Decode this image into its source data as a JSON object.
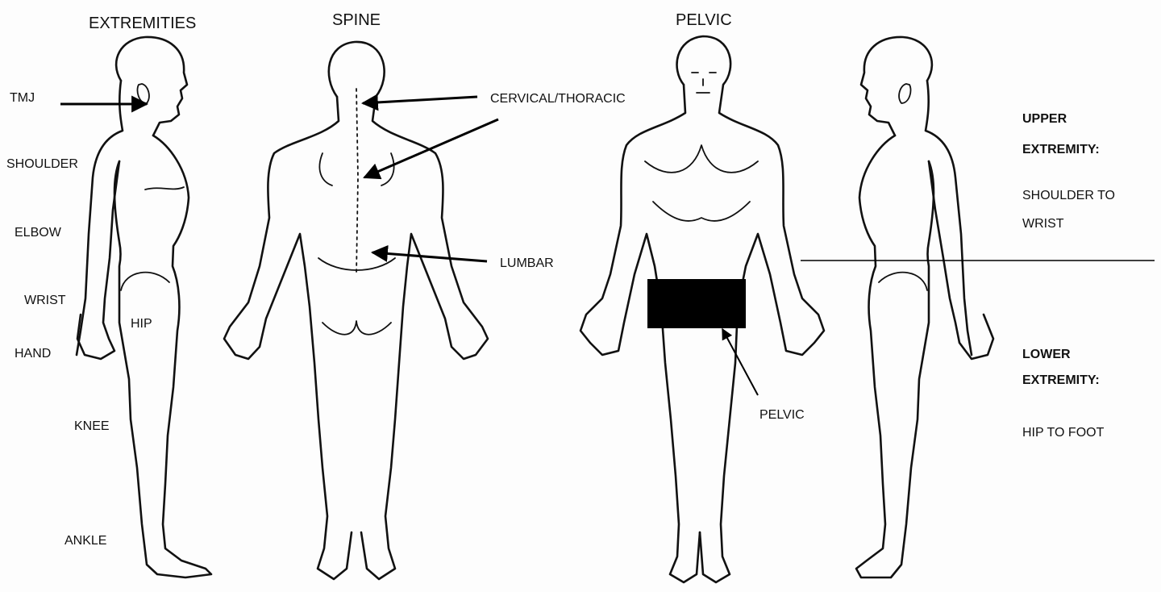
{
  "headers": {
    "extremities": "EXTREMITIES",
    "spine": "SPINE",
    "pelvic": "PELVIC"
  },
  "side_labels": {
    "tmj": "TMJ",
    "shoulder": "SHOULDER",
    "elbow": "ELBOW",
    "wrist": "WRIST",
    "hip": "HIP",
    "hand": "HAND",
    "knee": "KNEE",
    "ankle": "ANKLE"
  },
  "spine_labels": {
    "cervical_thoracic": "CERVICAL/THORACIC",
    "lumbar": "LUMBAR"
  },
  "pelvic_label": "PELVIC",
  "legend": {
    "upper_title_1": "UPPER",
    "upper_title_2": "EXTREMITY:",
    "upper_desc_1": "SHOULDER TO",
    "upper_desc_2": "WRIST",
    "lower_title_1": "LOWER",
    "lower_title_2": "EXTREMITY:",
    "lower_desc": "HIP TO FOOT"
  },
  "colors": {
    "ink": "#111111",
    "redaction": "#000000",
    "paper": "#fdfdfd"
  }
}
